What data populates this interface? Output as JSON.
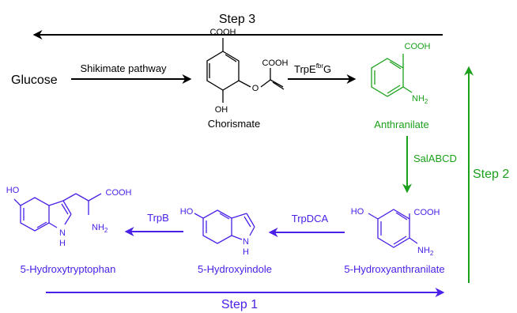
{
  "colors": {
    "black": "#000000",
    "green": "#1aa01a",
    "blue": "#4a1fe8"
  },
  "steps": {
    "step1": "Step 1",
    "step2": "Step 2",
    "step3": "Step 3"
  },
  "reactants": {
    "glucose": "Glucose"
  },
  "enzymes": {
    "shikimate": "Shikimate pathway",
    "trpe_base": "TrpE",
    "trpe_sup": "fbr",
    "trpe_end": "G",
    "salabcd": "SalABCD",
    "trpdca": "TrpDCA",
    "trpb": "TrpB"
  },
  "compounds": {
    "chorismate": "Chorismate",
    "anthranilate": "Anthranilate",
    "hydroxyanthranilate": "5-Hydroxyanthranilate",
    "hydroxyindole": "5-Hydroxyindole",
    "hydroxytryptophan": "5-Hydroxytryptophan"
  },
  "atoms": {
    "cooh": "COOH",
    "oh": "OH",
    "ho": "HO",
    "o": "O",
    "nh": "NH",
    "nh_sub": "2",
    "n": "N",
    "h": "H"
  }
}
